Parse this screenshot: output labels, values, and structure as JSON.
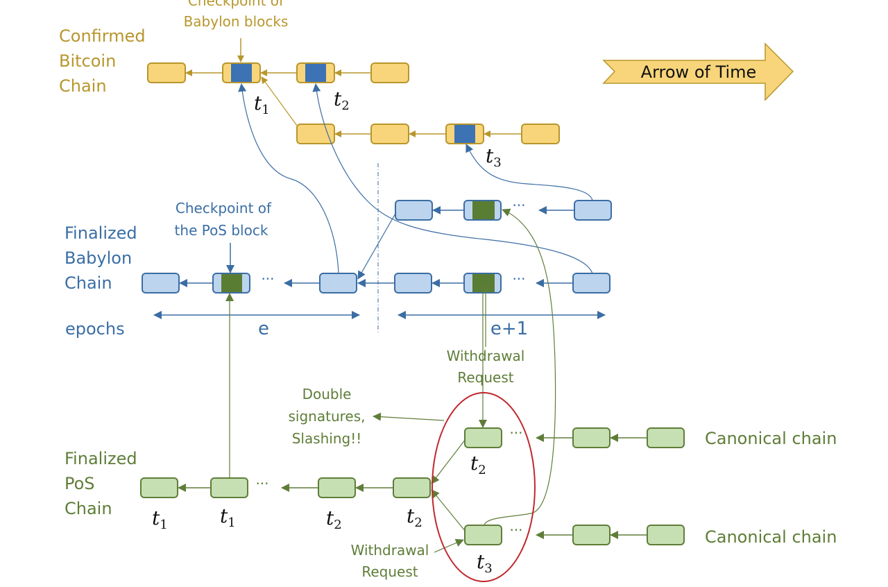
{
  "title_labels": {
    "bitcoin_chain": [
      "Confirmed",
      "Bitcoin",
      "Chain"
    ],
    "babylon_chain": [
      "Finalized",
      "Babylon",
      "Chain"
    ],
    "pos_chain": [
      "Finalized",
      "PoS",
      "Chain"
    ],
    "epochs": "epochs"
  },
  "annotations": {
    "checkpoint_babylon": [
      "Checkpoint of",
      "Babylon blocks"
    ],
    "checkpoint_pos": [
      "Checkpoint of",
      "the PoS block"
    ],
    "arrow_of_time": "Arrow of Time",
    "withdrawal_request_top": [
      "Withdrawal",
      "Request"
    ],
    "withdrawal_request_bottom": [
      "Withdrawal",
      "Request"
    ],
    "double_signatures": [
      "Double",
      "signatures,",
      "Slashing!!"
    ],
    "canonical_chain_1": "Canonical chain",
    "canonical_chain_2": "Canonical chain",
    "ellipsis": "···"
  },
  "epochs": {
    "e": "e",
    "e_plus_1": "e+1"
  },
  "time_labels": {
    "btc_t1": "t",
    "btc_t1_sub": "1",
    "btc_t2": "t",
    "btc_t2_sub": "2",
    "btc_t3": "t",
    "btc_t3_sub": "3",
    "pos_a": "t",
    "pos_a_sub": "1",
    "pos_b": "t",
    "pos_b_sub": "1",
    "pos_c": "t",
    "pos_c_sub": "2",
    "pos_d": "t",
    "pos_d_sub": "2",
    "fork_top": "t",
    "fork_top_sub": "2",
    "fork_bot": "t",
    "fork_bot_sub": "3"
  },
  "colors": {
    "bitcoin": "#b8962c",
    "bitcoin_fill": "#f8d57a",
    "babylon": "#3a6ea5",
    "babylon_fill": "#bcd4ee",
    "checkpoint_blue": "#3d72b4",
    "pos": "#5f7d38",
    "pos_fill": "#c6e0b3",
    "checkpoint_green": "#5a7d34",
    "slashing_ellipse": "#c0282d"
  }
}
